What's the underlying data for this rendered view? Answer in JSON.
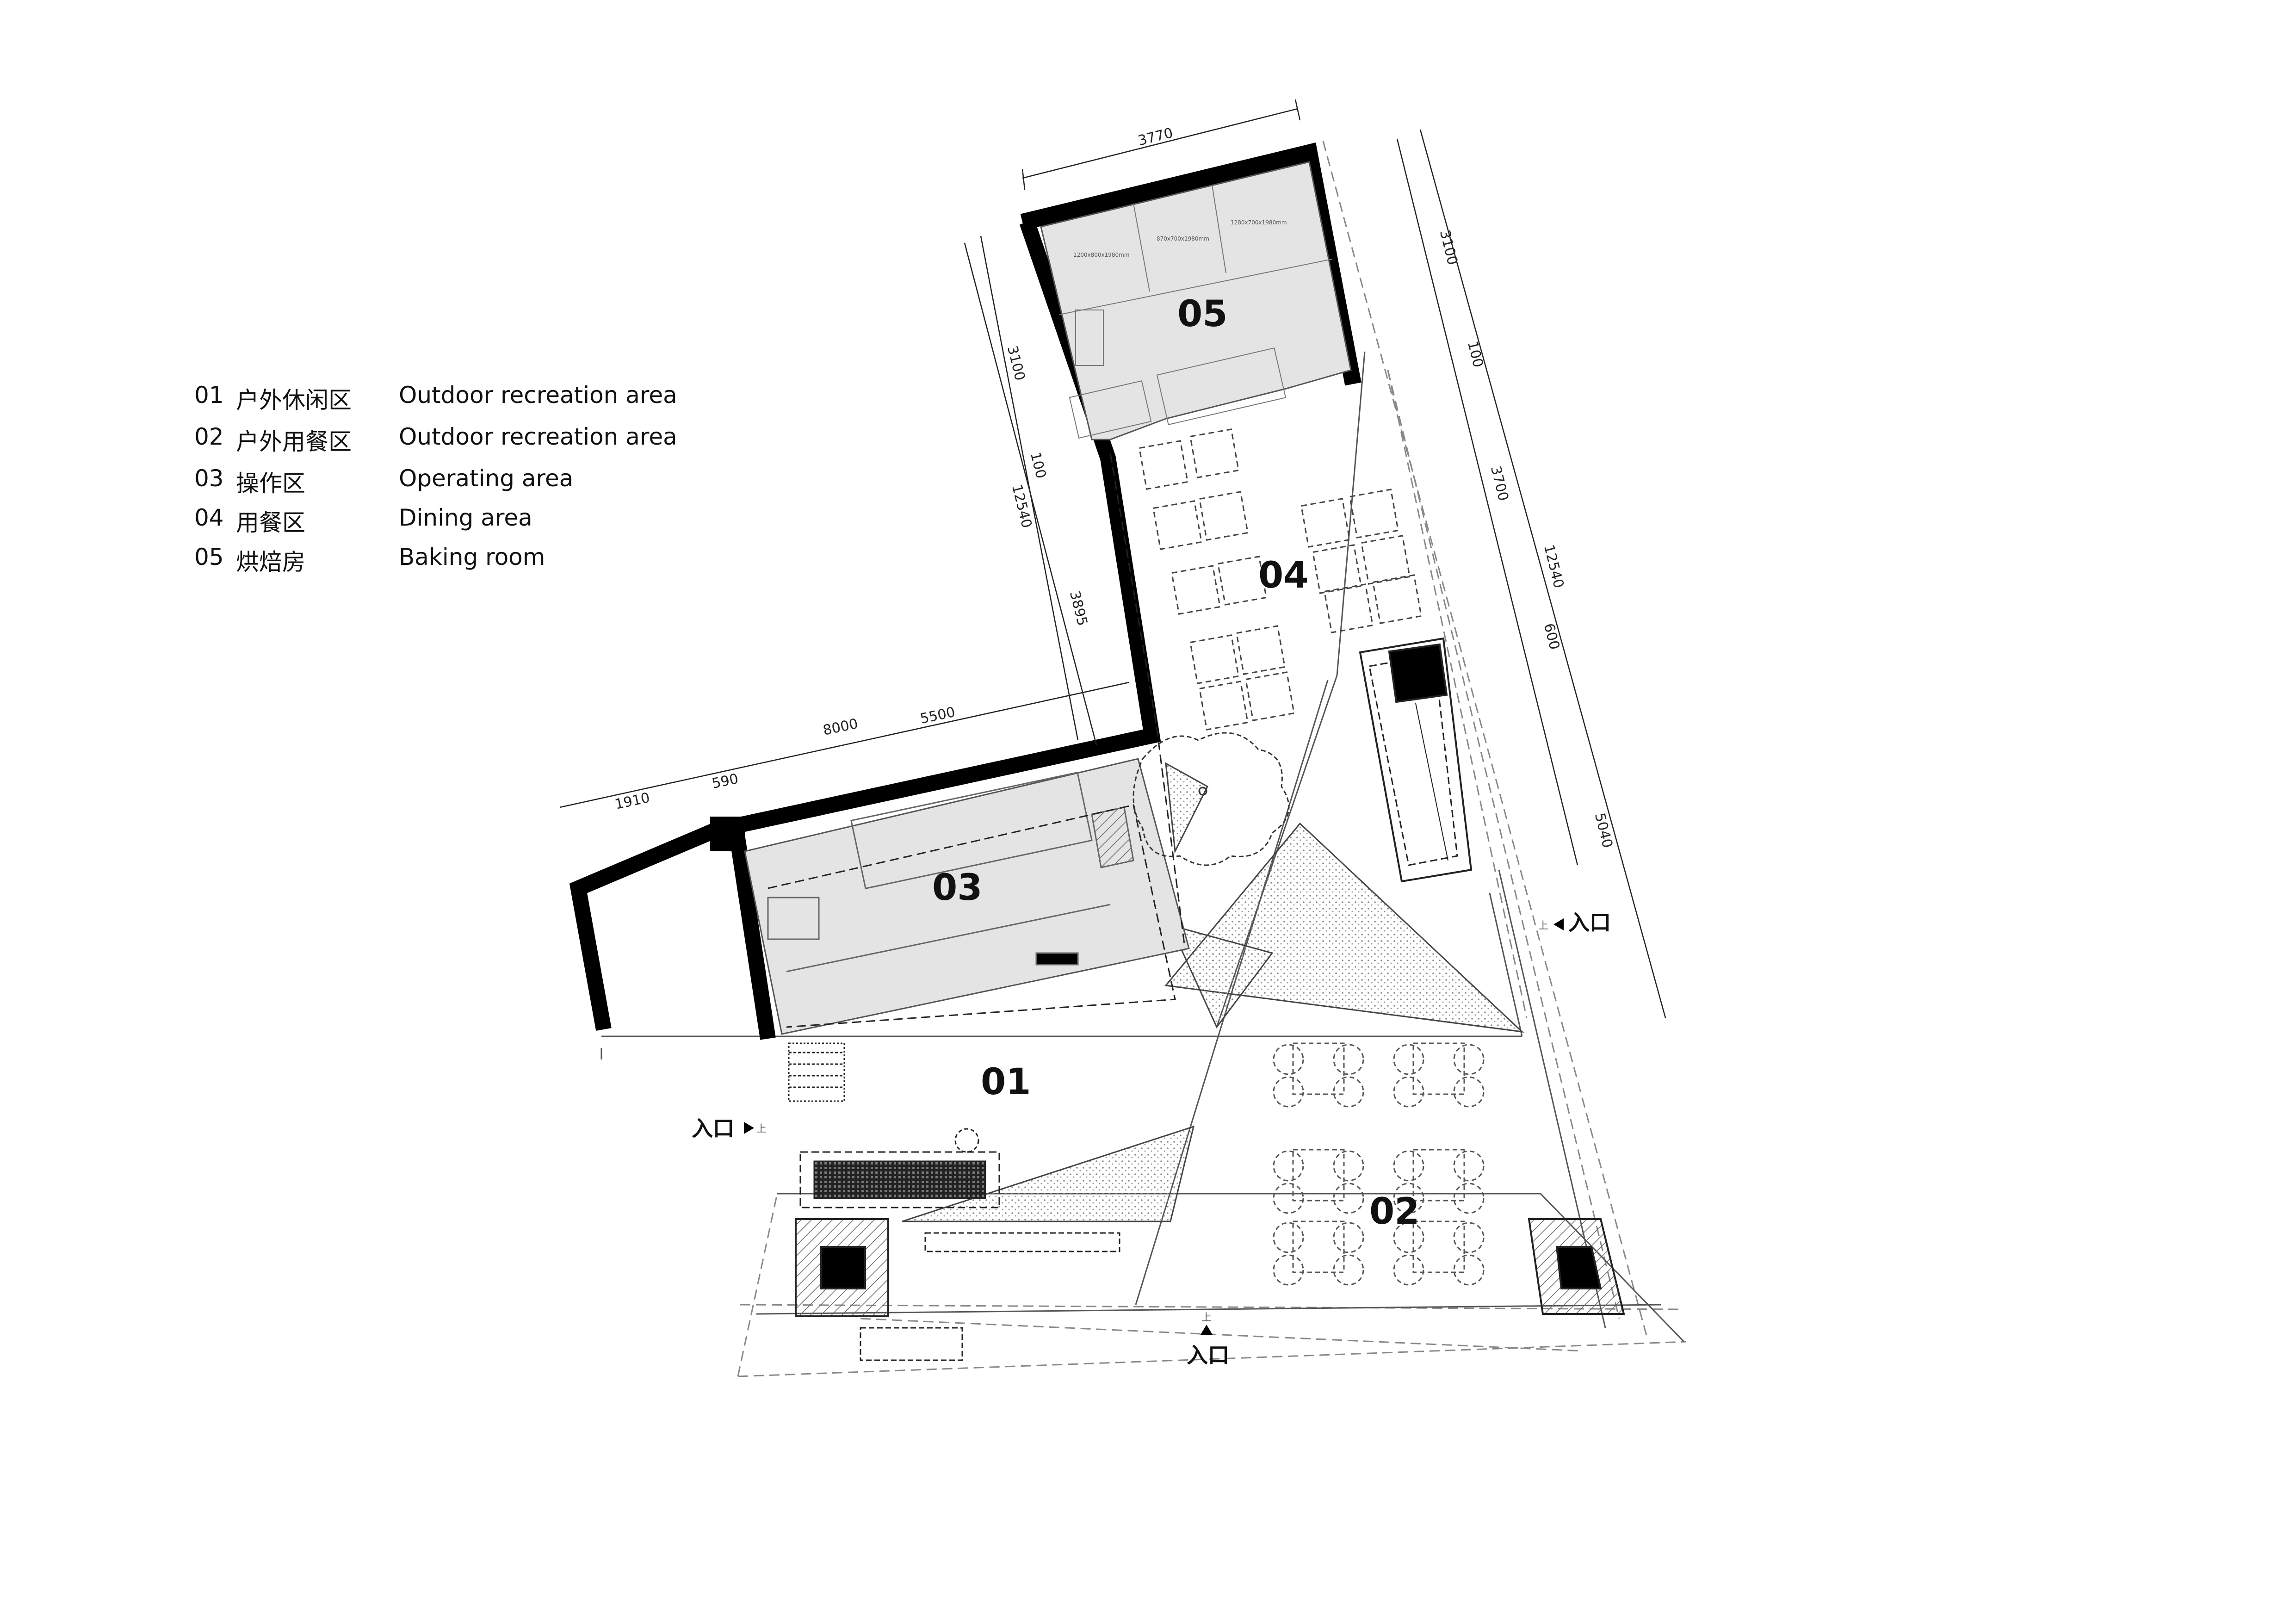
{
  "legend": [
    {
      "num": "01",
      "zh": "户外休闲区",
      "en": "Outdoor recreation area"
    },
    {
      "num": "02",
      "zh": "户外用餐区",
      "en": "Outdoor recreation area"
    },
    {
      "num": "03",
      "zh": "操作区",
      "en": "Operating area"
    },
    {
      "num": "04",
      "zh": "用餐区",
      "en": "Dining area"
    },
    {
      "num": "05",
      "zh": "烘焙房",
      "en": "Baking room"
    }
  ],
  "zones": {
    "z01": "01",
    "z02": "02",
    "z03": "03",
    "z04": "04",
    "z05": "05"
  },
  "dimensions": {
    "top_width": "3770",
    "left_3100": "3100",
    "left_100": "100",
    "left_12540": "12540",
    "left_3895": "3895",
    "mid_8000": "8000",
    "mid_5500": "5500",
    "bottom_1910": "1910",
    "bottom_590": "590",
    "right_3100": "3100",
    "right_100": "100",
    "right_3700": "3700",
    "right_12540": "12540",
    "right_600": "600",
    "right_5040": "5040"
  },
  "entrances": {
    "left": "入口",
    "right": "入口",
    "bottom": "入口",
    "step_mark": "上"
  },
  "colors": {
    "wall": "#000000",
    "room_fill": "#e4e4e4",
    "line": "#444444",
    "hatch": "#9a9a9a"
  }
}
